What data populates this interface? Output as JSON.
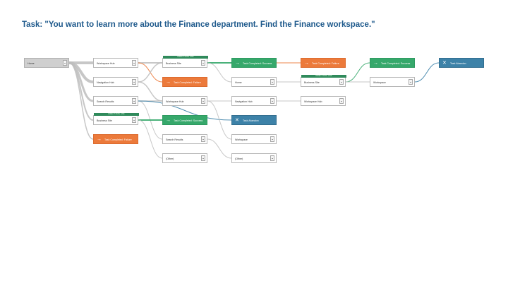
{
  "task": "Task: \"You want to learn more about the Finance department. Find the Finance workspace.\"",
  "colors": {
    "page": "#ffffff",
    "success": "#36a86b",
    "failure": "#ec7a3b",
    "abandon": "#3d82a8",
    "link_gray": "#bdbdbd",
    "link_green": "#36a86b",
    "link_orange": "#ec7a3b",
    "link_blue": "#3d82a8"
  },
  "ribbon_label": "DIRECT PATH LINK",
  "nodes": [
    {
      "id": "home",
      "label": "Home",
      "kind": "start",
      "icon": ""
    },
    {
      "id": "c1_wh",
      "label": "Workspace Hub",
      "kind": "page",
      "icon": ""
    },
    {
      "id": "c1_nh",
      "label": "Navigation Hub",
      "kind": "page",
      "icon": ""
    },
    {
      "id": "c1_sr",
      "label": "Search Results",
      "kind": "page",
      "icon": ""
    },
    {
      "id": "c1_bs",
      "label": "Business Site",
      "kind": "page",
      "icon": "",
      "ribbon": true
    },
    {
      "id": "c1_tf",
      "label": "Task Completed: Failure",
      "kind": "failure",
      "icon": "arrow-right-icon"
    },
    {
      "id": "c2_bs",
      "label": "Business Site",
      "kind": "page",
      "icon": "",
      "ribbon": true
    },
    {
      "id": "c2_tf",
      "label": "Task Completed: Failure",
      "kind": "failure",
      "icon": "arrow-right-icon"
    },
    {
      "id": "c2_wh",
      "label": "Workspace Hub",
      "kind": "page",
      "icon": ""
    },
    {
      "id": "c2_ts",
      "label": "Task Completed: Success",
      "kind": "success",
      "icon": "arrow-right-icon"
    },
    {
      "id": "c2_sr",
      "label": "Search Results",
      "kind": "page",
      "icon": ""
    },
    {
      "id": "c2_ot",
      "label": "(Other)",
      "kind": "page",
      "icon": ""
    },
    {
      "id": "c3_ts",
      "label": "Task Completed: Success",
      "kind": "success",
      "icon": "arrow-right-icon"
    },
    {
      "id": "c3_ho",
      "label": "Home",
      "kind": "page",
      "icon": ""
    },
    {
      "id": "c3_nh",
      "label": "Navigation Hub",
      "kind": "page",
      "icon": ""
    },
    {
      "id": "c3_ta",
      "label": "Task Abandon",
      "kind": "abandon",
      "icon": "close-icon"
    },
    {
      "id": "c3_ws",
      "label": "Workspace",
      "kind": "page",
      "icon": ""
    },
    {
      "id": "c3_ot",
      "label": "(Other)",
      "kind": "page",
      "icon": ""
    },
    {
      "id": "c4_tf",
      "label": "Task Completed: Failure",
      "kind": "failure",
      "icon": "arrow-right-icon"
    },
    {
      "id": "c4_bs",
      "label": "Business Site",
      "kind": "page",
      "icon": "",
      "ribbon": true
    },
    {
      "id": "c4_wh",
      "label": "Workspace Hub",
      "kind": "page",
      "icon": ""
    },
    {
      "id": "c5_ts",
      "label": "Task Completed: Success",
      "kind": "success",
      "icon": "arrow-right-icon"
    },
    {
      "id": "c5_ws",
      "label": "Workspace",
      "kind": "page",
      "icon": ""
    },
    {
      "id": "c6_ta",
      "label": "Task Abandon",
      "kind": "abandon",
      "icon": "close-icon"
    }
  ],
  "links": [
    {
      "from": "home",
      "to": "c1_wh",
      "weight": 4,
      "color": "gray"
    },
    {
      "from": "home",
      "to": "c1_nh",
      "weight": 4,
      "color": "gray"
    },
    {
      "from": "home",
      "to": "c1_sr",
      "weight": 3,
      "color": "gray"
    },
    {
      "from": "home",
      "to": "c1_bs",
      "weight": 2,
      "color": "gray"
    },
    {
      "from": "home",
      "to": "c1_tf",
      "weight": 1.5,
      "color": "gray"
    },
    {
      "from": "c1_wh",
      "to": "c2_bs",
      "weight": 2,
      "color": "gray"
    },
    {
      "from": "c1_wh",
      "to": "c2_tf",
      "weight": 1,
      "color": "orange"
    },
    {
      "from": "c1_nh",
      "to": "c2_bs",
      "weight": 1.5,
      "color": "gray"
    },
    {
      "from": "c1_nh",
      "to": "c2_wh",
      "weight": 1.5,
      "color": "gray"
    },
    {
      "from": "c1_sr",
      "to": "c2_wh",
      "weight": 1.5,
      "color": "gray"
    },
    {
      "from": "c1_sr",
      "to": "c2_sr",
      "weight": 1,
      "color": "gray"
    },
    {
      "from": "c1_sr",
      "to": "c3_ta",
      "weight": 1,
      "color": "blue"
    },
    {
      "from": "c1_bs",
      "to": "c2_ts",
      "weight": 2,
      "color": "green"
    },
    {
      "from": "c1_bs",
      "to": "c2_ot",
      "weight": 1,
      "color": "gray"
    },
    {
      "from": "c2_bs",
      "to": "c3_ts",
      "weight": 2,
      "color": "green"
    },
    {
      "from": "c2_bs",
      "to": "c3_ho",
      "weight": 1,
      "color": "gray"
    },
    {
      "from": "c2_wh",
      "to": "c3_nh",
      "weight": 1,
      "color": "gray"
    },
    {
      "from": "c2_wh",
      "to": "c3_ws",
      "weight": 1,
      "color": "gray"
    },
    {
      "from": "c2_sr",
      "to": "c3_ot",
      "weight": 1,
      "color": "gray"
    },
    {
      "from": "c3_ho",
      "to": "c4_bs",
      "weight": 1,
      "color": "gray"
    },
    {
      "from": "c3_nh",
      "to": "c4_wh",
      "weight": 1,
      "color": "gray"
    },
    {
      "from": "c3_ts",
      "to": "c4_tf",
      "weight": 1,
      "color": "orange"
    },
    {
      "from": "c4_bs",
      "to": "c5_ts",
      "weight": 1,
      "color": "green"
    },
    {
      "from": "c4_bs",
      "to": "c5_ws",
      "weight": 1,
      "color": "gray"
    },
    {
      "from": "c5_ws",
      "to": "c6_ta",
      "weight": 1,
      "color": "blue"
    }
  ]
}
